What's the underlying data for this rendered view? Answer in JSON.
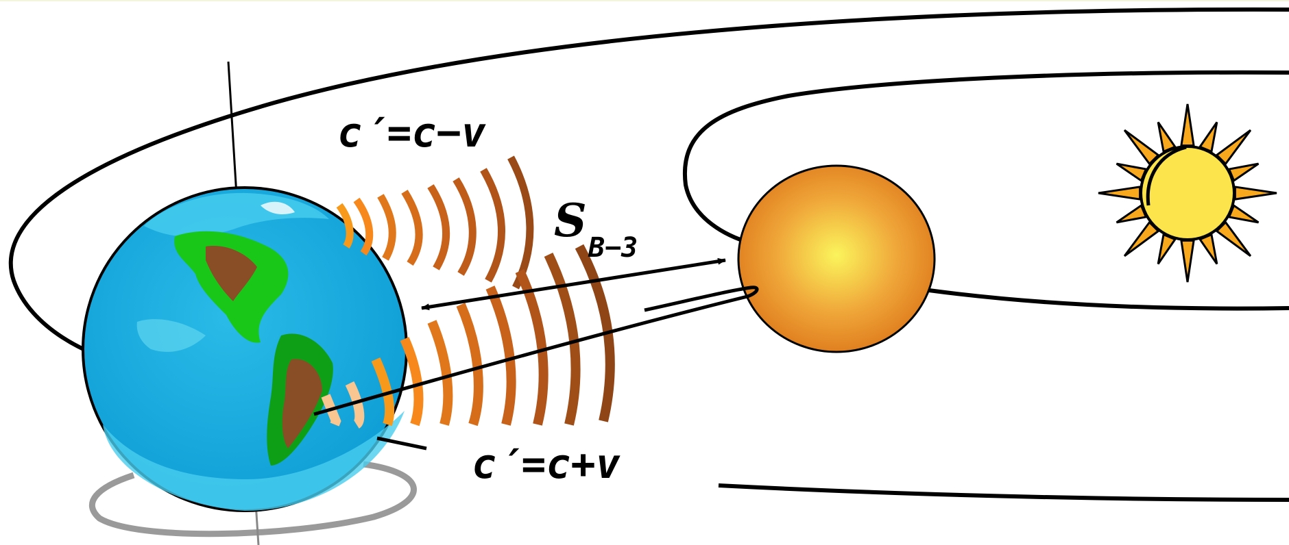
{
  "labels": {
    "upper_eq": "c′=c−v",
    "lower_eq": "c′=c+v",
    "symbol": "S",
    "symbol_sub": "B−3"
  },
  "colors": {
    "ocean": "#1fb2e6",
    "ocean_light": "#5fd6f0",
    "land": "#19c719",
    "land_dark": "#8a4e26",
    "planet_outer": "#de7a1c",
    "planet_inner": "#fbf45c",
    "sun_core": "#fbe44c",
    "sun_rays": "#f7a81c",
    "wave_colors": [
      "#f79a1c",
      "#e0771b",
      "#c8621a",
      "#b1541a",
      "#8f4516"
    ],
    "orbit_gray": "#9a9a9a"
  },
  "icons": [
    "earth-globe-icon",
    "sun-icon"
  ]
}
